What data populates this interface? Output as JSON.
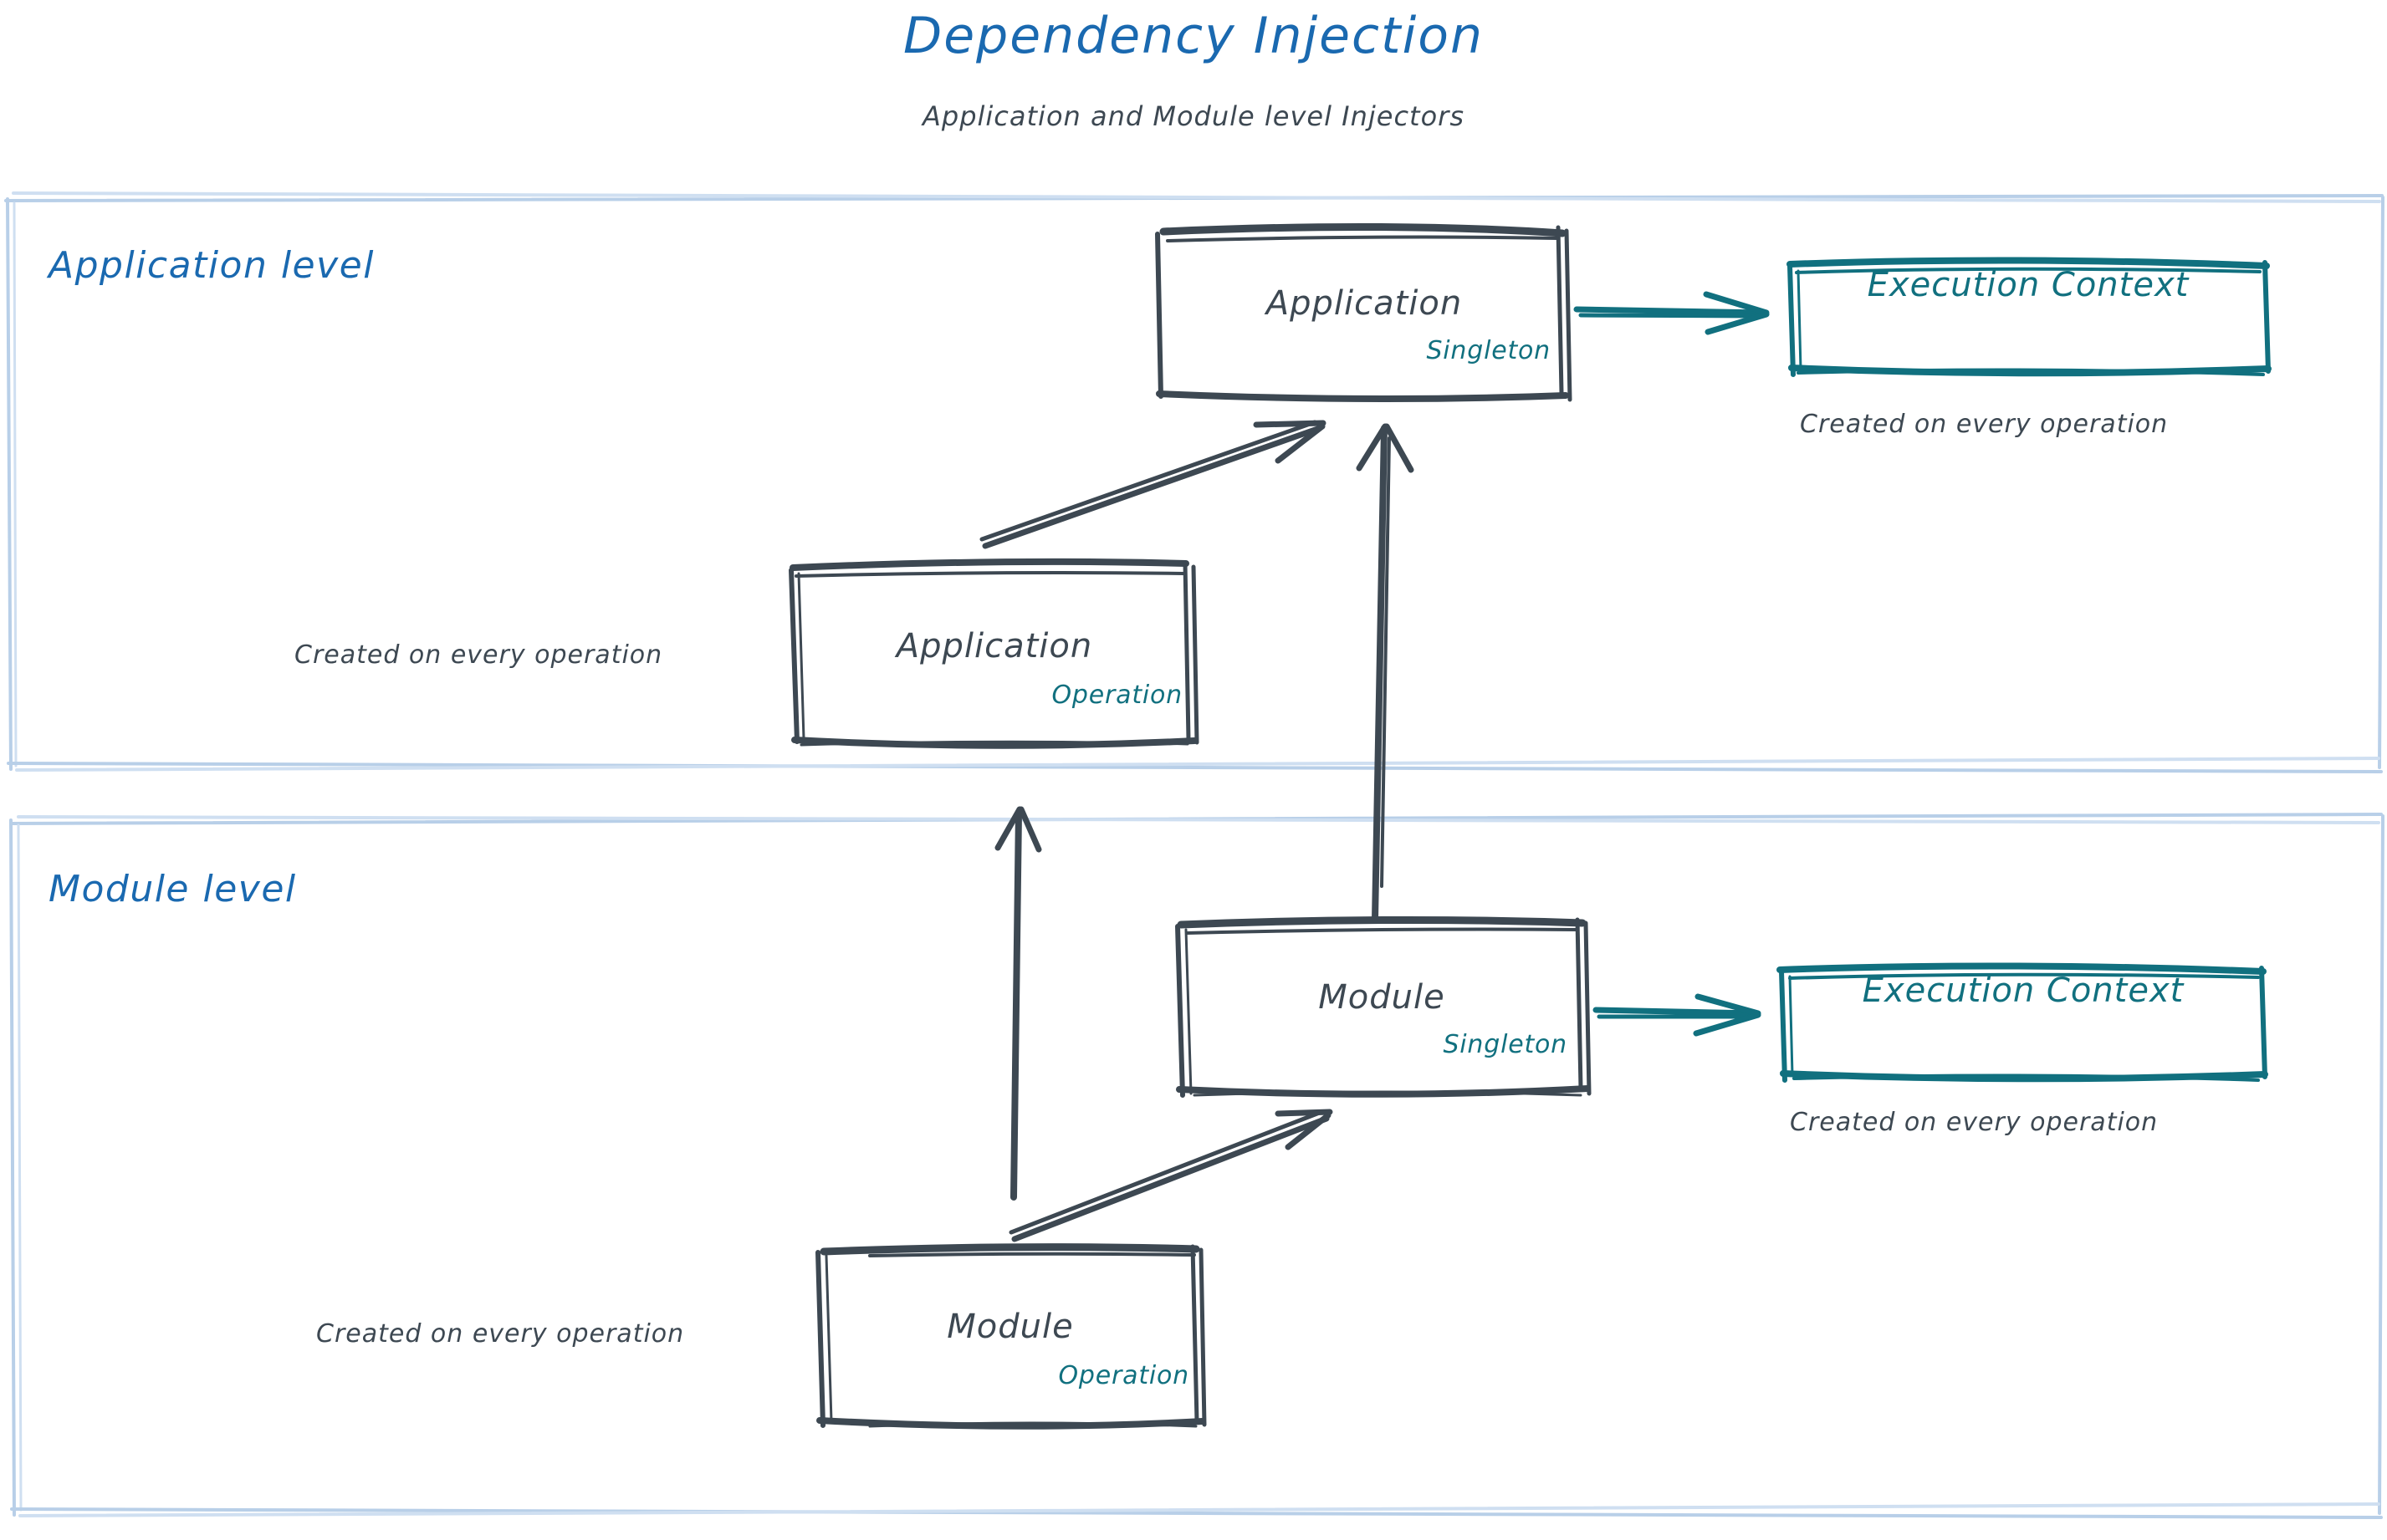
{
  "header": {
    "title": "Dependency Injection",
    "subtitle": "Application and Module level Injectors"
  },
  "colors": {
    "title_blue": "#1a69b0",
    "zone_border": "#b8cfe8",
    "node_stroke": "#3d4852",
    "teal": "#11707f",
    "text_dark": "#3d4852",
    "background": "#ffffff"
  },
  "zones": [
    {
      "id": "application-level",
      "label": "Application level"
    },
    {
      "id": "module-level",
      "label": "Module level"
    }
  ],
  "nodes": [
    {
      "id": "application-singleton",
      "title": "Application",
      "scope": "Singleton",
      "zone": "application-level"
    },
    {
      "id": "application-operation",
      "title": "Application",
      "scope": "Operation",
      "zone": "application-level"
    },
    {
      "id": "execution-context-application",
      "title": "Execution Context",
      "scope": "",
      "zone": "application-level"
    },
    {
      "id": "module-singleton",
      "title": "Module",
      "scope": "Singleton",
      "zone": "module-level"
    },
    {
      "id": "module-operation",
      "title": "Module",
      "scope": "Operation",
      "zone": "module-level"
    },
    {
      "id": "execution-context-module",
      "title": "Execution Context",
      "scope": "",
      "zone": "module-level"
    }
  ],
  "captions": [
    {
      "id": "caption-exec-ctx-application",
      "text": "Created on every operation"
    },
    {
      "id": "caption-application-operation",
      "text": "Created on every operation"
    },
    {
      "id": "caption-exec-ctx-module",
      "text": "Created on every operation"
    },
    {
      "id": "caption-module-operation",
      "text": "Created on every operation"
    }
  ],
  "edges": [
    {
      "id": "edge-app-singleton-to-exec-ctx",
      "from": "application-singleton",
      "to": "execution-context-application",
      "style": "teal-arrow"
    },
    {
      "id": "edge-app-operation-to-app-singleton",
      "from": "application-operation",
      "to": "application-singleton",
      "style": "dark-arrow"
    },
    {
      "id": "edge-module-singleton-to-app-singleton",
      "from": "module-singleton",
      "to": "application-singleton",
      "style": "dark-arrow"
    },
    {
      "id": "edge-module-operation-to-app-operation",
      "from": "module-operation",
      "to": "application-operation",
      "style": "dark-arrow"
    },
    {
      "id": "edge-module-operation-to-module-singleton",
      "from": "module-operation",
      "to": "module-singleton",
      "style": "dark-arrow"
    },
    {
      "id": "edge-module-singleton-to-exec-ctx",
      "from": "module-singleton",
      "to": "execution-context-module",
      "style": "teal-arrow"
    }
  ]
}
